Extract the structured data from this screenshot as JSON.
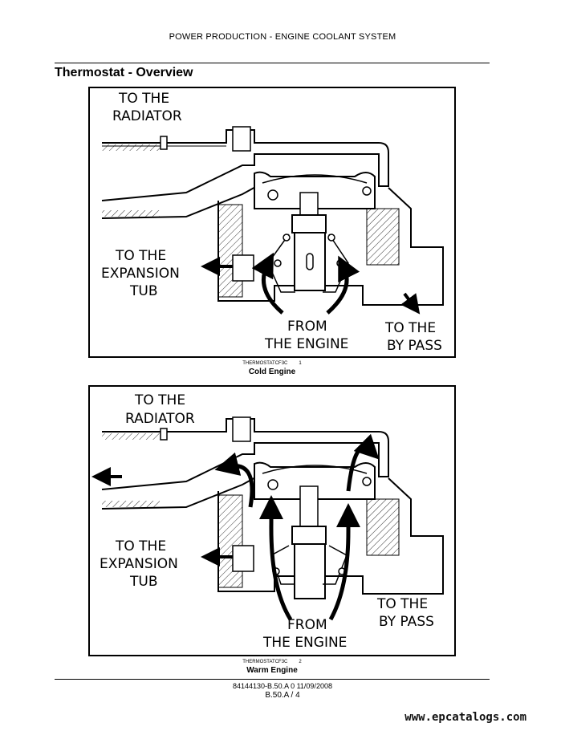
{
  "header": {
    "title": "POWER PRODUCTION - ENGINE COOLANT SYSTEM"
  },
  "section": {
    "title": "Thermostat - Overview"
  },
  "figures": [
    {
      "labels": {
        "radiator_1": "TO THE",
        "radiator_2": "RADIATOR",
        "expansion_1": "TO THE",
        "expansion_2": "EXPANSION",
        "expansion_3": "TUB",
        "engine_1": "FROM",
        "engine_2": "THE ENGINE",
        "bypass_1": "TO THE",
        "bypass_2": "BY PASS"
      },
      "code": "THERMOSTATCF3C",
      "number": "1",
      "caption": "Cold Engine"
    },
    {
      "labels": {
        "radiator_1": "TO THE",
        "radiator_2": "RADIATOR",
        "expansion_1": "TO THE",
        "expansion_2": "EXPANSION",
        "expansion_3": "TUB",
        "engine_1": "FROM",
        "engine_2": "THE ENGINE",
        "bypass_1": "TO THE",
        "bypass_2": "BY PASS"
      },
      "code": "THERMOSTATCF3C",
      "number": "2",
      "caption": "Warm Engine"
    }
  ],
  "footer": {
    "doc_ref": "84144130-B.50.A 0 11/09/2008",
    "page": "B.50.A / 4"
  },
  "watermark": "www.epcatalogs.com"
}
